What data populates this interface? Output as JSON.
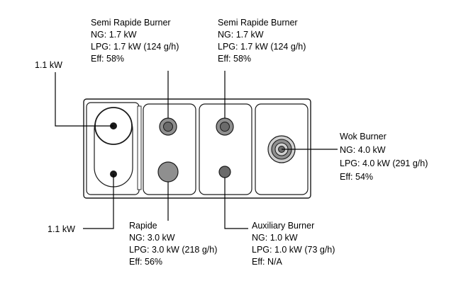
{
  "callouts": {
    "semi_rapide_left": {
      "title": "Semi Rapide Burner",
      "ng": "NG: 1.7 kW",
      "lpg": "LPG: 1.7 kW (124 g/h)",
      "eff": "Eff: 58%"
    },
    "semi_rapide_right": {
      "title": "Semi Rapide Burner",
      "ng": "NG: 1.7 kW",
      "lpg": "LPG: 1.7 kW (124 g/h)",
      "eff": "Eff: 58%"
    },
    "left_top": {
      "label": "1.1 kW"
    },
    "left_bottom": {
      "label": "1.1 kW"
    },
    "wok": {
      "title": "Wok Burner",
      "ng": "NG: 4.0 kW",
      "lpg": "LPG: 4.0 kW (291 g/h)",
      "eff": "Eff: 54%"
    },
    "rapide": {
      "title": "Rapide",
      "ng": "NG: 3.0 kW",
      "lpg": "LPG: 3.0 kW (218 g/h)",
      "eff": "Eff: 56%"
    },
    "auxiliary": {
      "title": "Auxiliary Burner",
      "ng": "NG: 1.0 kW",
      "lpg": "LPG: 1.0 kW (73 g/h)",
      "eff": "Eff: N/A"
    }
  },
  "colors": {
    "line": "#1a1a1a",
    "burner_fill": "#8f8f8f",
    "burner_fill_dark": "#6b6b6b",
    "burner_rim": "#d0d0d0",
    "plate": "#ffffff"
  }
}
